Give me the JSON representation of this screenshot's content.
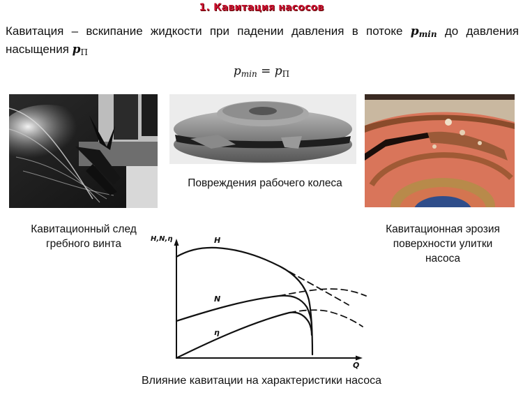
{
  "slide": {
    "title": "1. Кавитация насосов",
    "title_color": "#c8102e",
    "definition": {
      "text_before": "Кавитация – вскипание жидкости при падении давления в потоке ",
      "sym_pmin": "p",
      "sym_pmin_sub": "min",
      "text_middle": " до давления насыщения ",
      "sym_pn": "p",
      "sym_pn_sub": "П"
    },
    "formula": {
      "lhs": "p",
      "lhs_sub": "min",
      "eq": " = ",
      "rhs": "p",
      "rhs_sub": "П"
    }
  },
  "images": [
    {
      "id": "propeller",
      "caption_lines": [
        "Кавитационный след",
        "гребного винта"
      ],
      "tone": "grayscale"
    },
    {
      "id": "impeller",
      "caption": "Повреждения рабочего колеса",
      "tone": "metal-gray"
    },
    {
      "id": "volute",
      "caption_lines": [
        "Кавитационная эрозия",
        "поверхности улитки",
        "насоса"
      ],
      "tone": "rust-orange"
    }
  ],
  "chart_data": {
    "type": "line",
    "title": "Влияние кавитации на характеристики насоса",
    "xlabel": "Q",
    "ylabel": "H,N,η",
    "grid": false,
    "legend": "inline curve labels",
    "series": [
      {
        "name": "H",
        "label": "H",
        "style": "solid",
        "description": "head curve, rises slightly then falls; with cavitation drops vertically",
        "normal_dashed_continuation": true
      },
      {
        "name": "N",
        "label": "N",
        "style": "solid",
        "description": "power curve rising; with cavitation breaks down sharply",
        "normal_dashed_continuation": true
      },
      {
        "name": "η",
        "label": "η",
        "style": "solid",
        "description": "efficiency curve from origin rising; with cavitation breaks down sharply",
        "normal_dashed_continuation": true
      }
    ],
    "annotations": [
      "dashed lines = characteristics without cavitation",
      "solid breakdown = cavitation failure near Q_max"
    ]
  }
}
